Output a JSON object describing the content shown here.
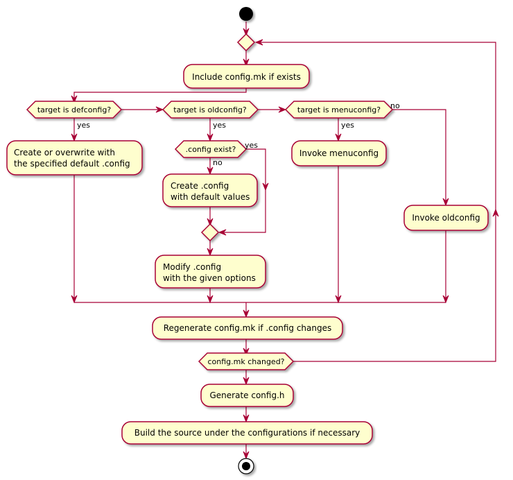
{
  "colors": {
    "fill": "#FEFECE",
    "stroke": "#A80036",
    "text": "#000000"
  },
  "activities": {
    "include": "Include config.mk if exists",
    "create_overwrite": [
      "Create or overwrite with",
      "the specified default .config"
    ],
    "create_default": [
      "Create .config",
      "with default values"
    ],
    "modify": [
      "Modify .config",
      "with the given options"
    ],
    "menuconfig": "Invoke menuconfig",
    "oldconfig": "Invoke oldconfig",
    "regenerate": "Regenerate config.mk if .config changes",
    "generate": "Generate config.h",
    "build": "Build the source under the configurations if necessary"
  },
  "conditions": {
    "defconfig": "target is defconfig?",
    "oldconfig": "target is oldconfig?",
    "config_exist": ".config exist?",
    "menuconfig": "target is menuconfig?",
    "changed": "config.mk changed?"
  },
  "labels": {
    "yes": "yes",
    "no": "no"
  }
}
